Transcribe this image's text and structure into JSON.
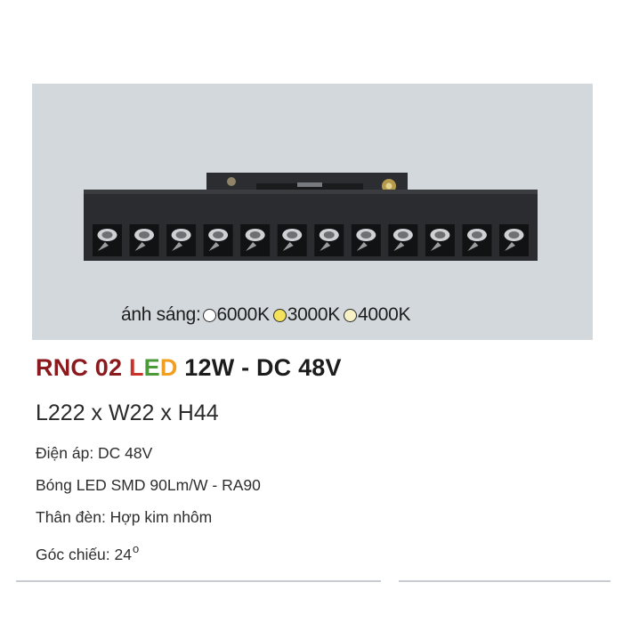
{
  "cct": {
    "label": "ánh sáng:",
    "options": [
      {
        "label": "6000K",
        "color": "#ffffff"
      },
      {
        "label": "3000K",
        "color": "#f3e25a"
      },
      {
        "label": "4000K",
        "color": "#f8f1c6"
      }
    ]
  },
  "title": {
    "model": "RNC 02 ",
    "l": "L",
    "e": "E",
    "d": "D",
    "rest": " 12W - DC 48V",
    "colors": {
      "model": "#8b1a1f",
      "l": "#c8322b",
      "e": "#4a9a3a",
      "d": "#f0a020",
      "rest": "#1c1c1c"
    }
  },
  "dimensions": "L222 x W22 x H44",
  "specs": {
    "voltage": "Điện áp: DC 48V",
    "led": "Bóng LED SMD 90Lm/W - RA90",
    "body": "Thân đèn: Hợp kim nhôm",
    "beam_label": "Góc chiếu: 24",
    "beam_degree": "o"
  },
  "product": {
    "led_count": 12
  }
}
